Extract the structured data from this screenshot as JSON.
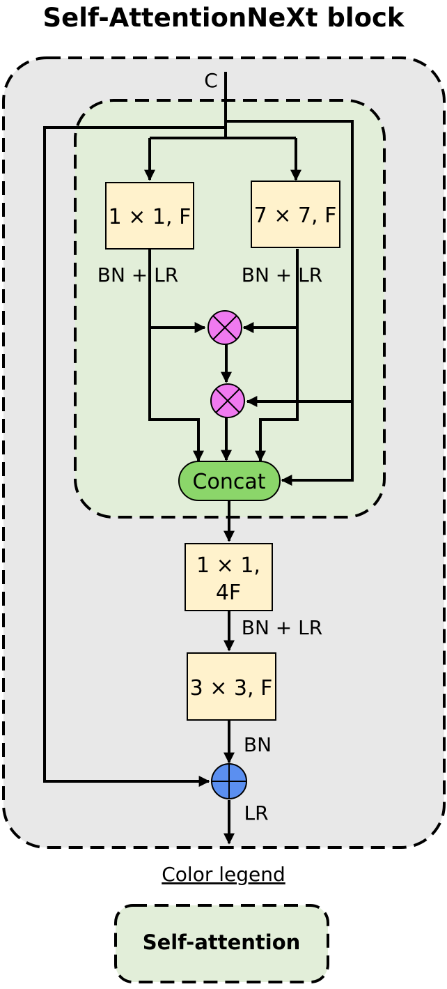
{
  "title": "Self-AttentionNeXt block",
  "input_label": "C",
  "blocks": {
    "conv1": "1 × 1, F",
    "conv7": "7 × 7, F",
    "conv_expand_line1": "1 × 1,",
    "conv_expand_line2": "4F",
    "conv3": "3 × 3, F",
    "concat": "Concat"
  },
  "labels": {
    "bn_lr_left": "BN + LR",
    "bn_lr_right": "BN + LR",
    "bn_lr_lower": "BN + LR",
    "bn": "BN",
    "lr": "LR"
  },
  "operators": {
    "multiply": "⊗",
    "add": "⊕"
  },
  "legend": {
    "heading": "Color legend",
    "self_attention": "Self-attention"
  },
  "colors": {
    "outer_region": "#e8e8e8",
    "self_attention_region": "#e2eed9",
    "conv_block": "#fff2cc",
    "concat": "#8bd66a",
    "multiply_node": "#f07af0",
    "add_node": "#5b8ff0",
    "stroke": "#000000"
  }
}
